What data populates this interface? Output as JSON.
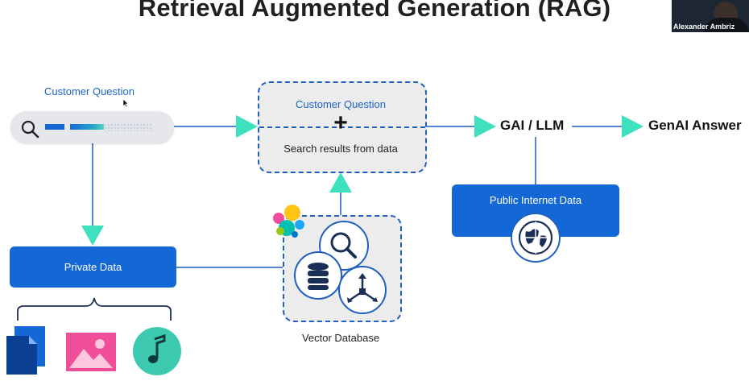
{
  "title": "Retrieval Augmented Generation (RAG)",
  "webcam": {
    "participant_name": "Alexander Ambriz"
  },
  "diagram": {
    "customer_question_label": "Customer Question",
    "combined_box": {
      "top_label": "Customer Question",
      "bottom_label": "Search results from data"
    },
    "llm_label": "GAI / LLM",
    "answer_label": "GenAI Answer",
    "public_data_label": "Public Internet Data",
    "private_data_label": "Private Data",
    "vector_db_label": "Vector Database",
    "source_icons": [
      "documents-icon",
      "image-icon",
      "music-icon"
    ],
    "colors": {
      "brand_blue": "#1468d6",
      "arrow_teal": "#3de0bf",
      "line_blue": "#1f5fbf",
      "box_gray": "#ececec",
      "text_blue": "#1f63c6"
    }
  }
}
